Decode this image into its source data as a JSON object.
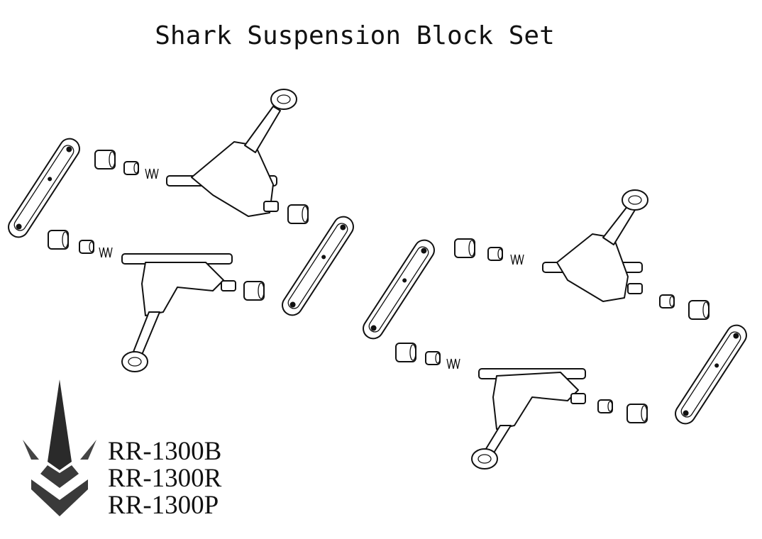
{
  "title": "Shark Suspension Block Set",
  "part_numbers": [
    "RR-1300B",
    "RR-1300R",
    "RR-1300P"
  ],
  "logo": {
    "colors": {
      "dark": "#333333"
    }
  }
}
